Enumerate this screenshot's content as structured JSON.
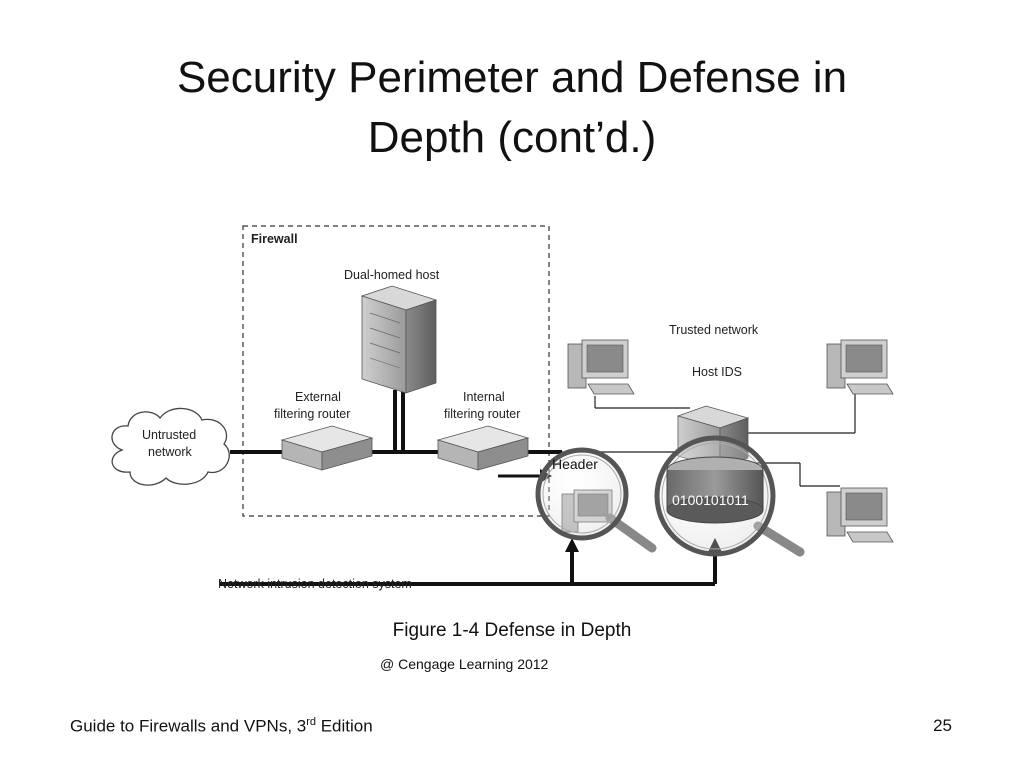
{
  "slide": {
    "title_line1": "Security Perimeter and Defense in",
    "title_line2": "Depth (cont’d.)",
    "caption": "Figure 1-4 Defense in Depth",
    "credit": "@ Cengage Learning 2012",
    "footer_text": "Guide to Firewalls and VPNs, 3",
    "footer_sup": "rd",
    "footer_suffix": " Edition",
    "page_number": "25"
  },
  "diagram": {
    "firewall_label": "Firewall",
    "dual_homed_host": "Dual-homed host",
    "external_router_line1": "External",
    "external_router_line2": "filtering router",
    "internal_router_line1": "Internal",
    "internal_router_line2": "filtering router",
    "untrusted_line1": "Untrusted",
    "untrusted_line2": "network",
    "trusted_network": "Trusted network",
    "host_ids": "Host IDS",
    "header_label": "Header",
    "binary_label": "0100101011",
    "nids_label": "Network intrusion detection system"
  }
}
